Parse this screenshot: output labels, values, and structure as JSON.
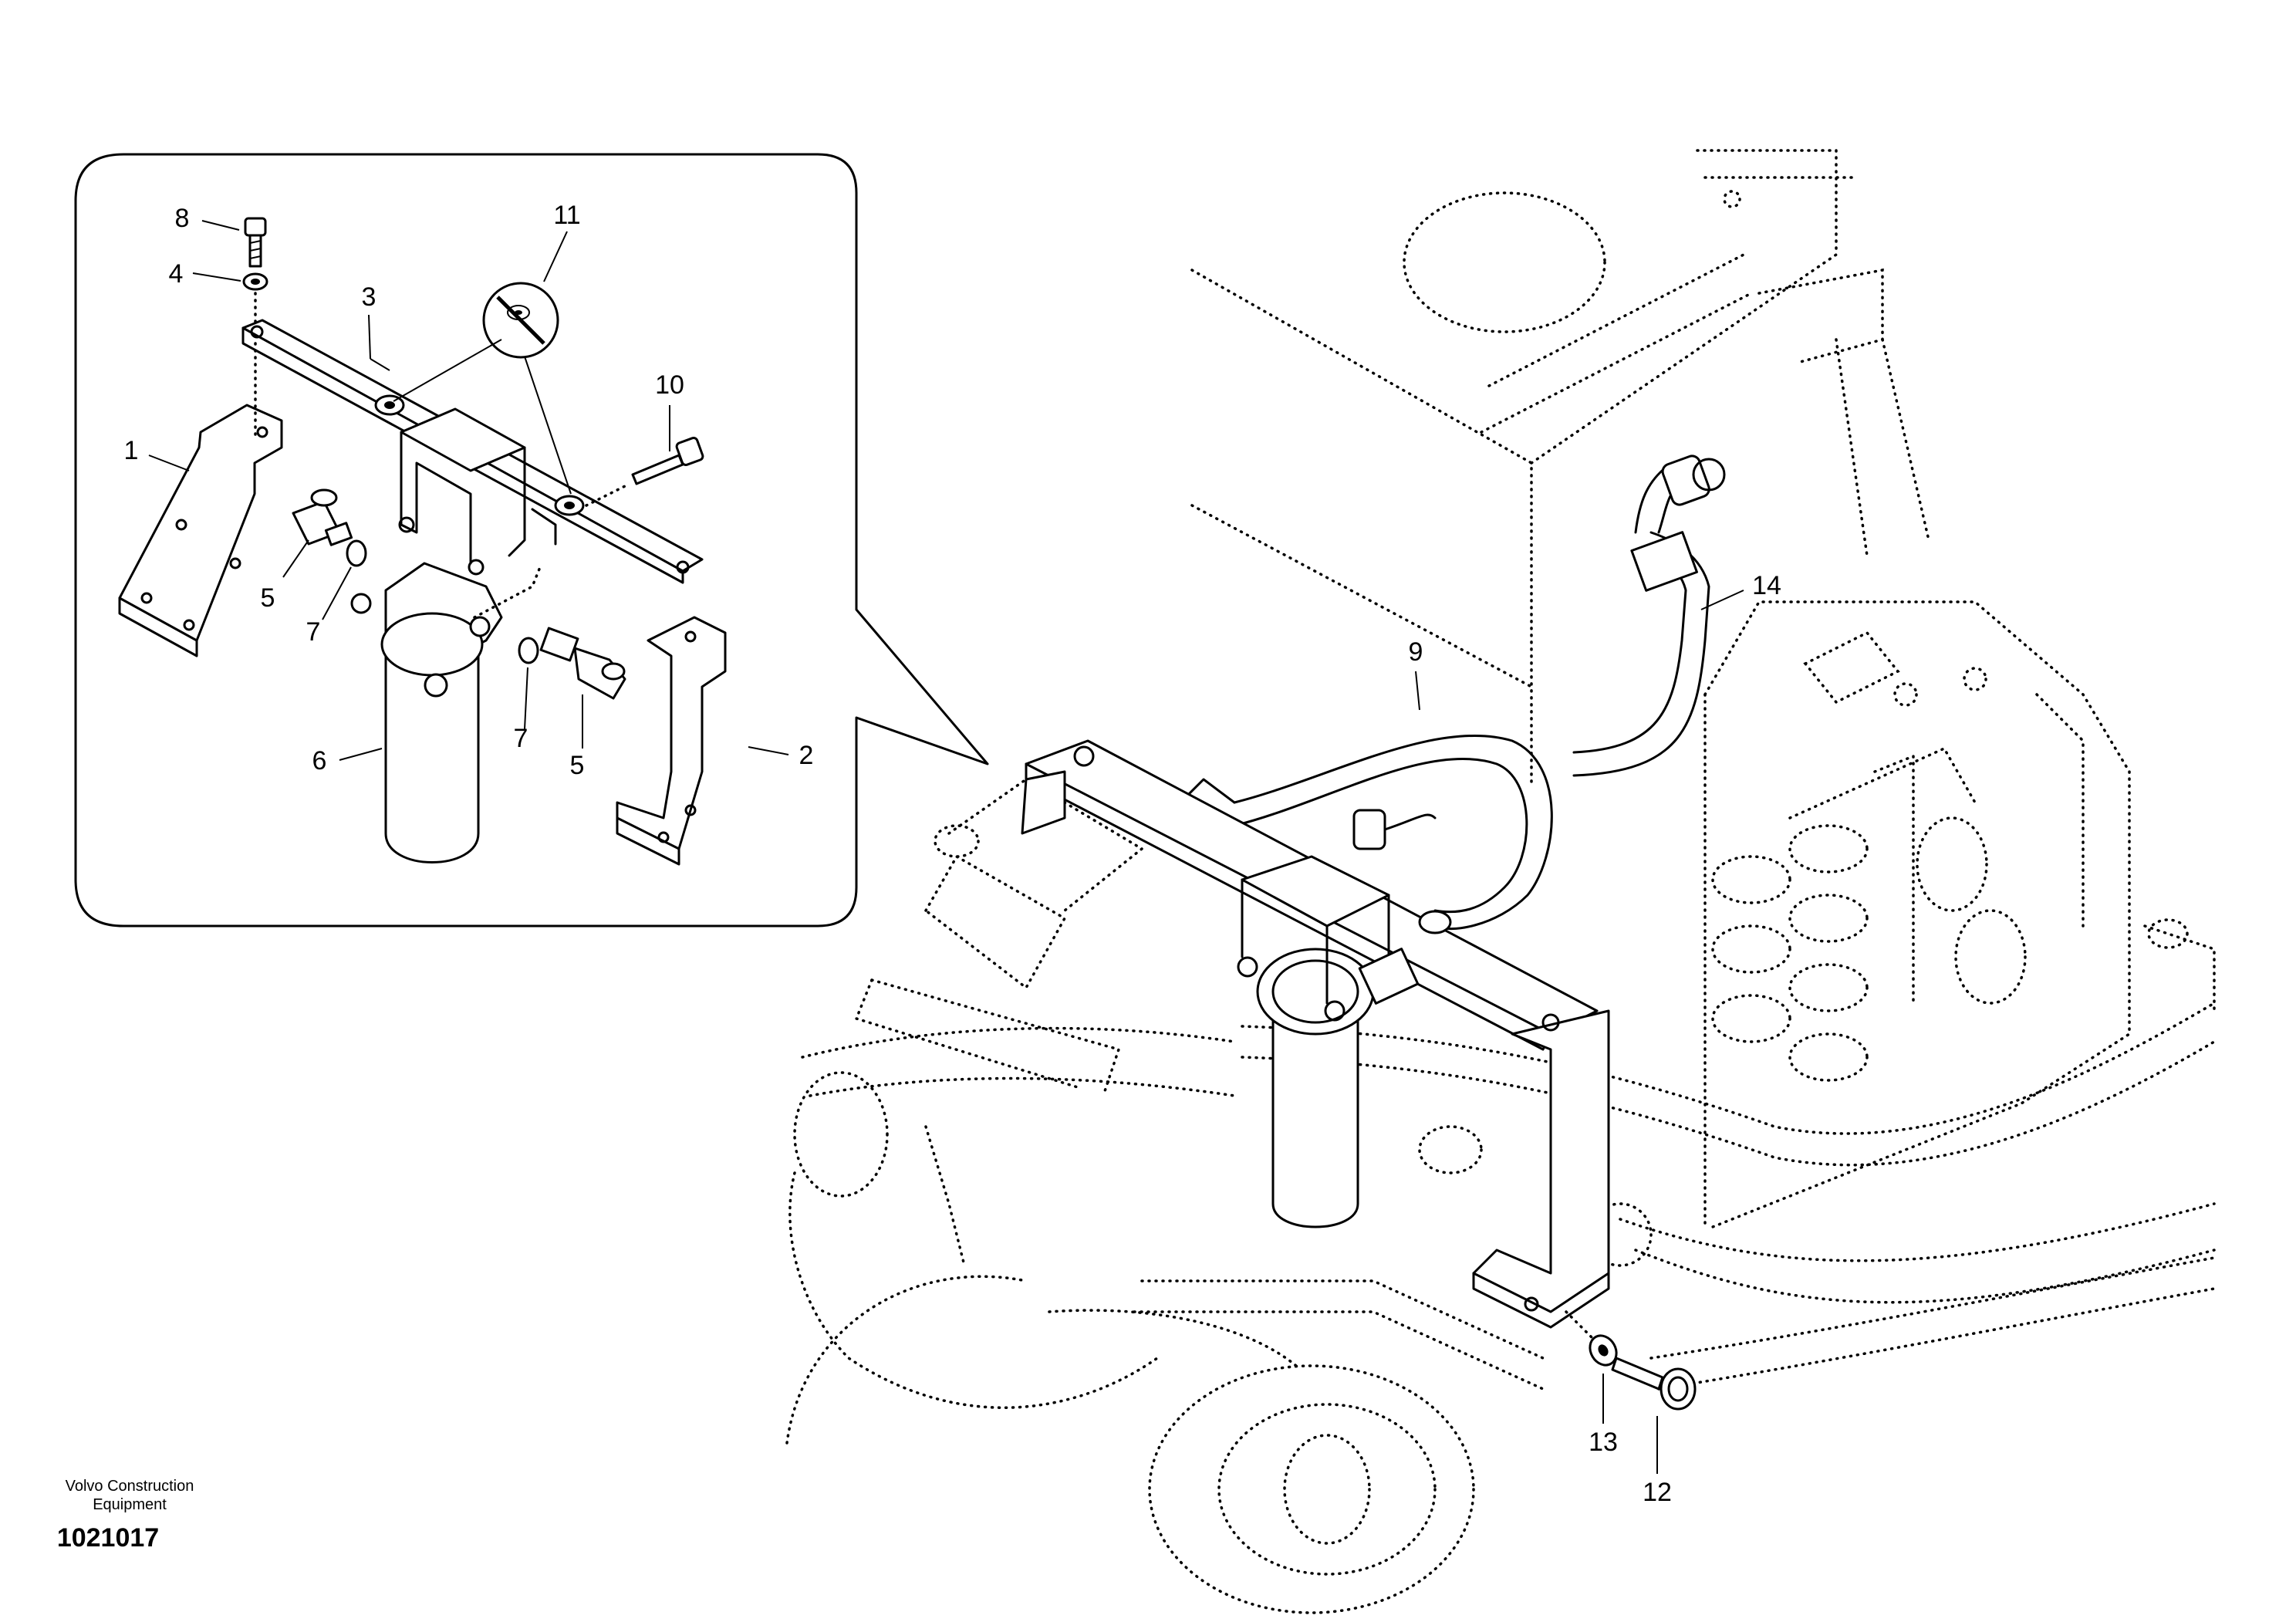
{
  "callouts": {
    "c1": "1",
    "c2": "2",
    "c3": "3",
    "c4": "4",
    "c5a": "5",
    "c5b": "5",
    "c6": "6",
    "c7a": "7",
    "c7b": "7",
    "c8": "8",
    "c9": "9",
    "c10": "10",
    "c11": "11",
    "c12": "12",
    "c13": "13",
    "c14": "14"
  },
  "footer": {
    "company_line1": "Volvo Construction",
    "company_line2": "Equipment",
    "figure_number": "1021017"
  }
}
